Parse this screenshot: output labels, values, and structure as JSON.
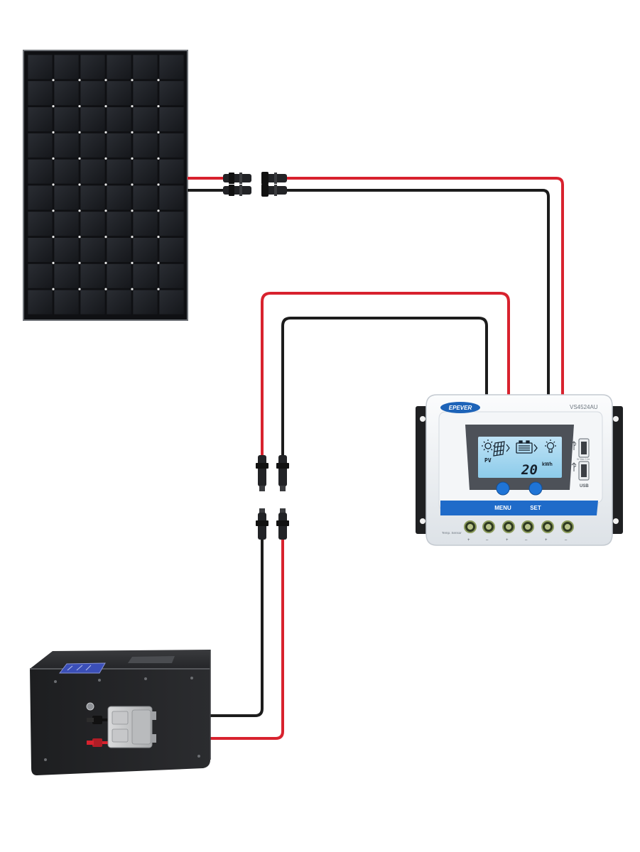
{
  "controller": {
    "brand": "EPEVER",
    "model": "VS4524AU",
    "lcd": {
      "pv_label": "PV",
      "reading_value": "20",
      "reading_unit": "kWh"
    },
    "menu_label": "MENU",
    "set_label": "SET",
    "usb_label": "USB",
    "usb_spec": "5V Max 2.4A",
    "temp_sensor_label": "Temp. Sensor",
    "terminal_symbols": [
      "+",
      "–",
      "+",
      "–",
      "+",
      "–"
    ]
  },
  "wires": {
    "positive_color": "#d8222e",
    "negative_color": "#1c1c1c"
  },
  "icons": [
    "sun-icon",
    "solar-panel-icon",
    "battery-icon",
    "bulb-icon",
    "usb-icon"
  ]
}
